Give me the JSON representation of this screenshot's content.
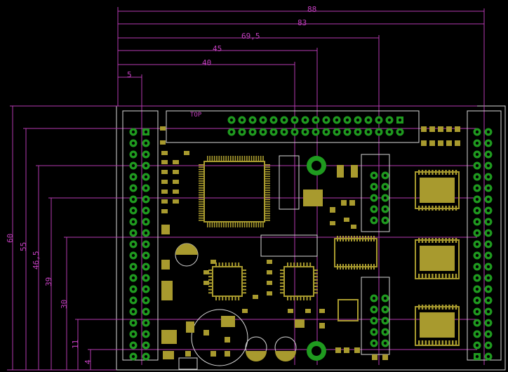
{
  "horizontal_dims": [
    "88",
    "83",
    "69,5",
    "45",
    "40",
    "5"
  ],
  "vertical_dims": [
    "60",
    "55",
    "46,5",
    "39",
    "30",
    "11",
    "4"
  ],
  "board_label": "TOP",
  "colors": {
    "background": "#000000",
    "dimension": "#b53ab0",
    "silkscreen": "#d8d8d8",
    "pad": "#1f9a1f",
    "smd": "#a89a2e",
    "mount_hole": "#1f9a1f"
  }
}
